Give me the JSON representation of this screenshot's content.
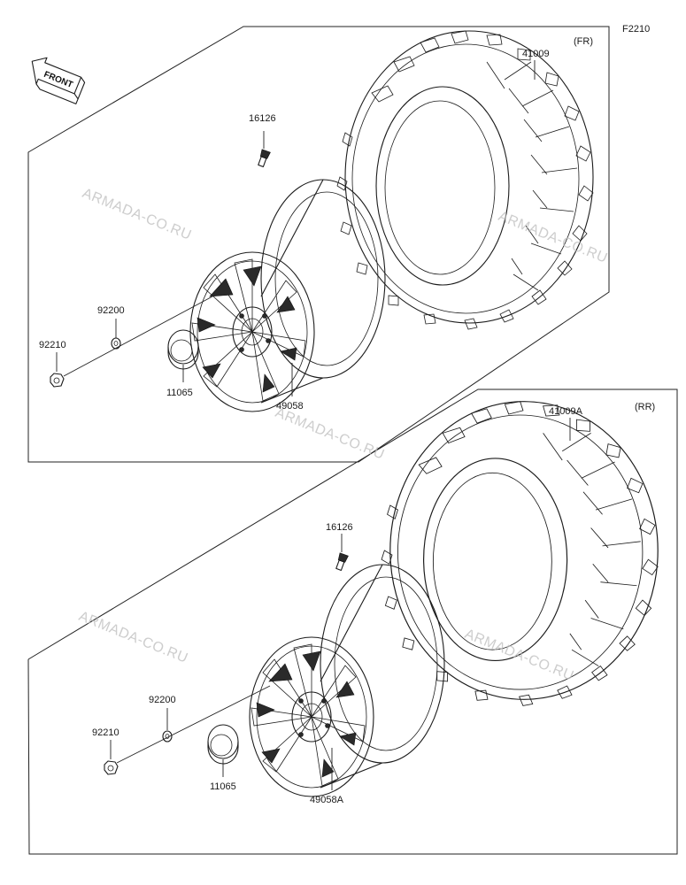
{
  "diagram": {
    "code": "F2210",
    "front_label": "FRONT",
    "front_section": {
      "tag": "(FR)",
      "parts": {
        "tire": "41009",
        "valve": "16126",
        "washer": "92200",
        "nut": "92210",
        "cap": "11065",
        "wheel": "49058"
      }
    },
    "rear_section": {
      "tag": "(RR)",
      "parts": {
        "tire": "41009A",
        "valve": "16126",
        "washer": "92200",
        "nut": "92210",
        "cap": "11065",
        "wheel": "49058A"
      }
    },
    "watermark": "ARMADA-CO.RU"
  }
}
